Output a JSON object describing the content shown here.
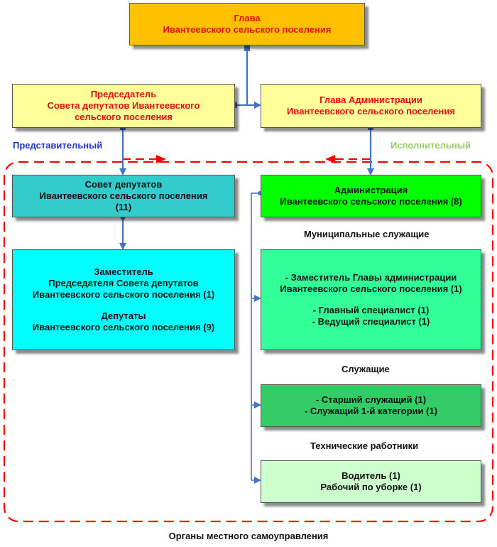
{
  "diagram": {
    "head": [
      "Глава",
      "Ивантеевского сельского поселения"
    ],
    "chairman": [
      "Председатель",
      "Совета депутатов Ивантеевского",
      "сельского поселения"
    ],
    "admin_head": [
      "Глава Администрации",
      "Ивантеевского сельского поселения"
    ],
    "council": [
      "Совет депутатов",
      "Ивантеевского сельского поселения",
      "(11)"
    ],
    "deputies": {
      "deputy_chair": [
        "Заместитель",
        "Председателя Совета депутатов",
        "Ивантеевского сельского поселения (1)"
      ],
      "deputies": [
        "Депутаты",
        "Ивантеевского сельского поселения (9)"
      ]
    },
    "administration": [
      "Администрация",
      "Ивантеевского сельского поселения (8)"
    ],
    "municipal": {
      "label": "Муниципальные служащие",
      "group1": [
        "- Заместитель Главы администрации",
        "Ивантеевского сельского поселения (1)"
      ],
      "group2": [
        "- Главный специалист (1)",
        "- Ведущий специалист (1)"
      ]
    },
    "employees": {
      "label": "Служащие",
      "lines": [
        "- Старший служащий (1)",
        "- Служащий 1-й категории (1)"
      ]
    },
    "technical": {
      "label": "Технические работники",
      "lines": [
        "Водитель (1)",
        "Рабочий по уборке (1)"
      ]
    },
    "representative_label": "Представительный",
    "executive_label": "Исполнительный",
    "footer": "Органы местного самоуправления"
  },
  "colors": {
    "head_fill": "#ffc000",
    "pale_yellow": "#ffff99",
    "teal": "#33cccc",
    "cyan": "#00ffff",
    "green": "#00ff00",
    "mint": "#33ff99",
    "medium_green": "#33cc66",
    "light_green": "#ccffcc",
    "connector": "#4472c4",
    "dash_red": "#ff0000",
    "rep_text": "#2233cc",
    "exec_text": "#99cc66"
  }
}
